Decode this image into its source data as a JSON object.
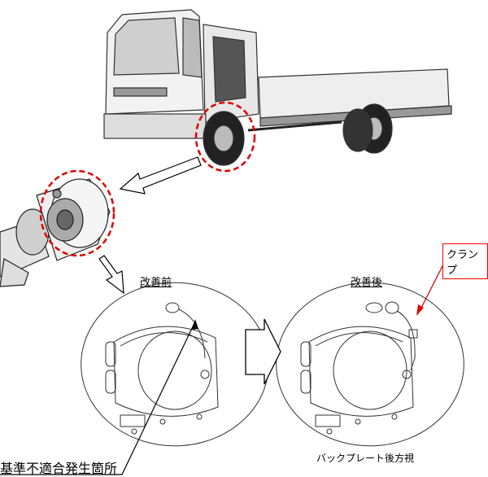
{
  "labels": {
    "before": "改善前",
    "after": "改善後",
    "clamp": "クランプ",
    "view_caption": "バックプレート後方視",
    "defect_location": "基準不適合発生箇所"
  },
  "colors": {
    "highlight": "#e00000",
    "line": "#000000"
  }
}
